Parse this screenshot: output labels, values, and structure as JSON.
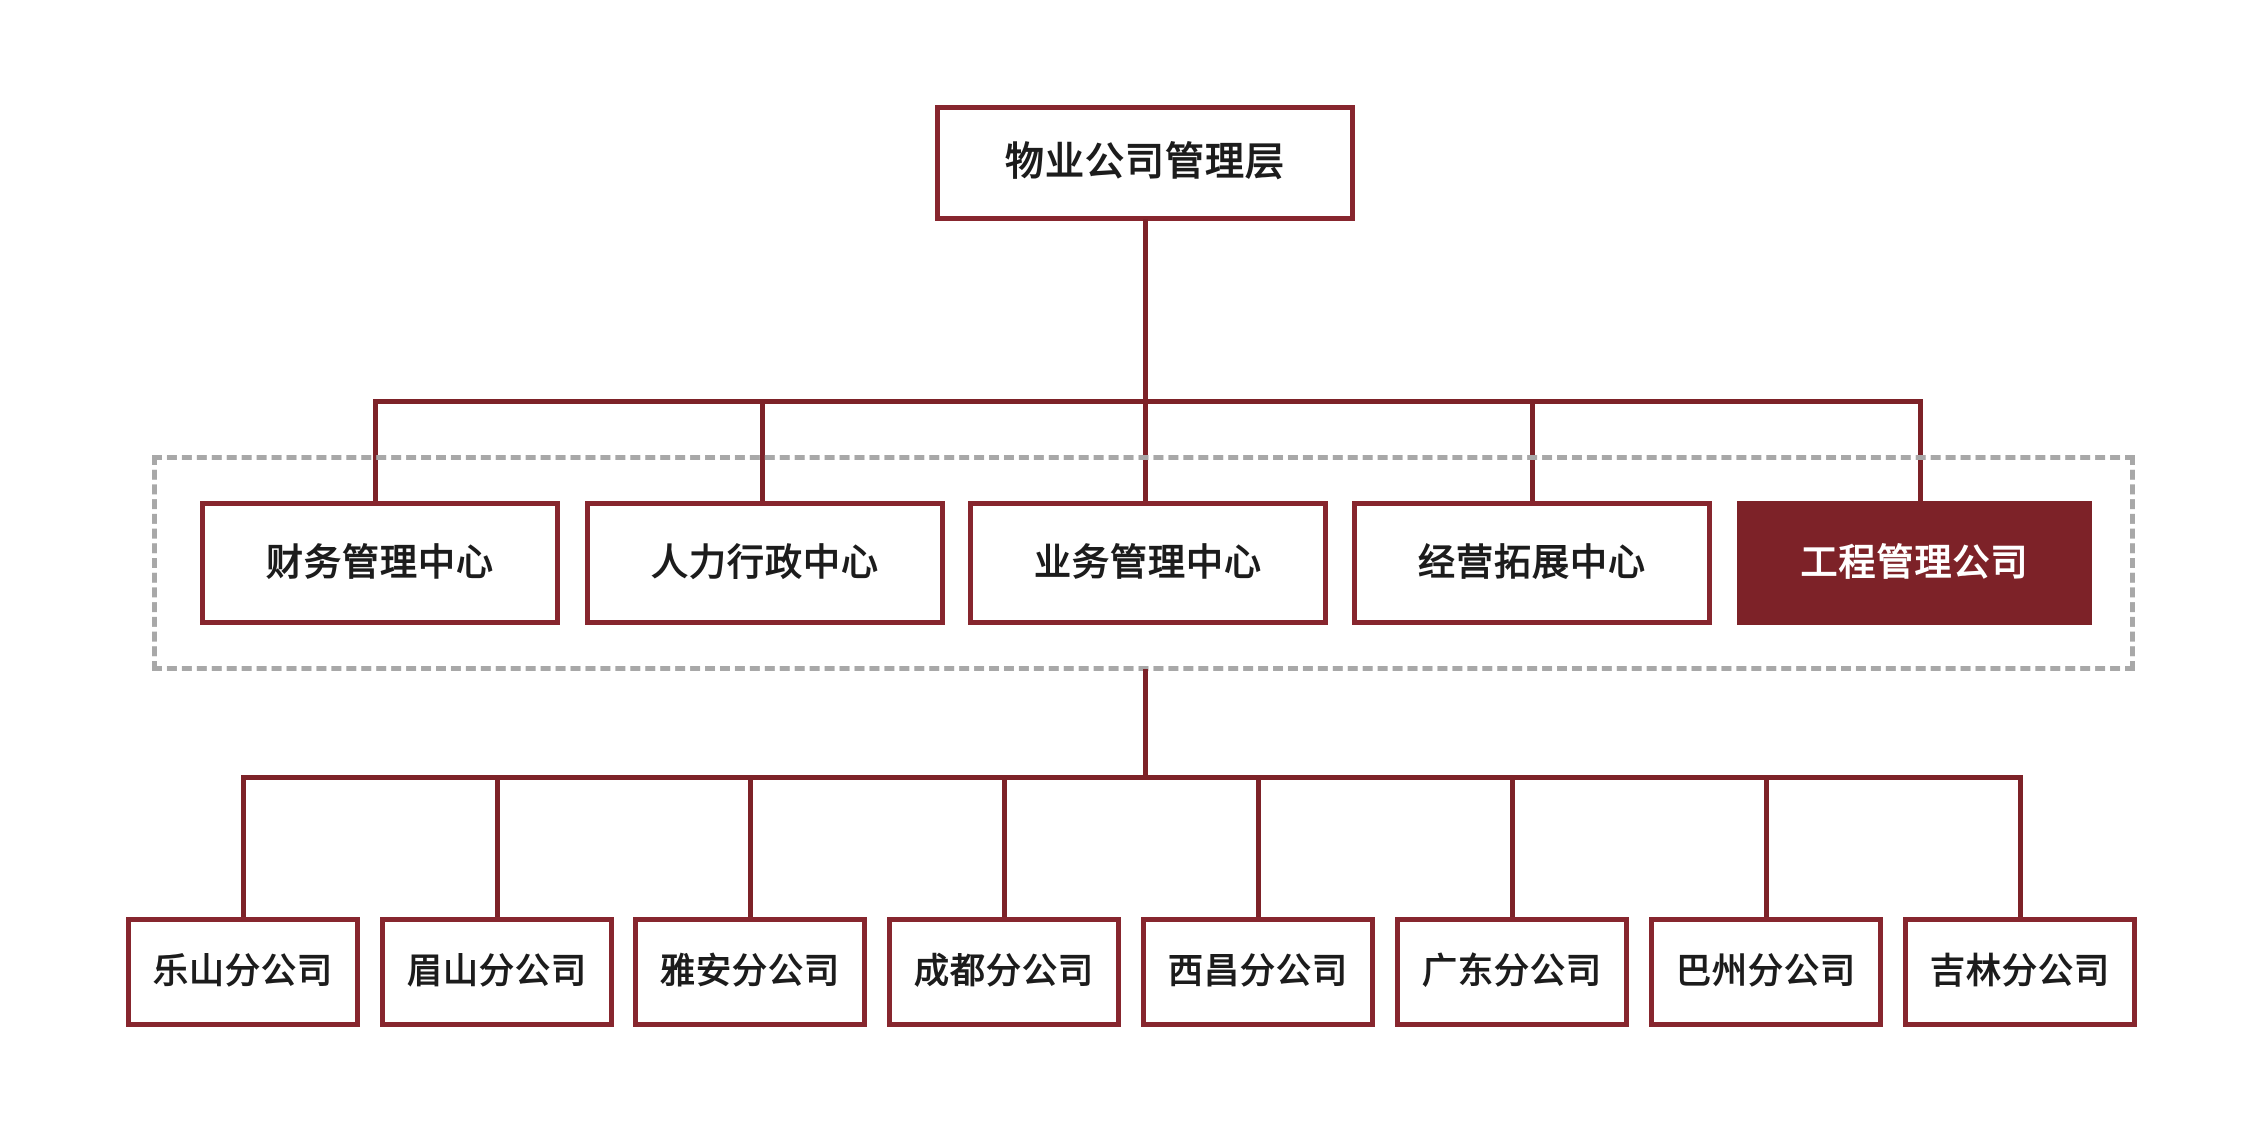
{
  "chart": {
    "type": "org-chart",
    "title": "",
    "theme": {
      "line_color": "#7d2228",
      "box_border_color": "#87262e",
      "box_fill_color": "#ffffff",
      "highlight_fill_color": "#7d2228",
      "highlight_text_color": "#ffffff",
      "text_color": "#1c1c1c",
      "group_border_color": "#a8a8a8",
      "background_color": "#ffffff"
    },
    "root": {
      "label": "物业公司管理层"
    },
    "group": {
      "style": "dashed",
      "label": ""
    },
    "divisions": [
      {
        "label": "财务管理中心",
        "highlighted": false
      },
      {
        "label": "人力行政中心",
        "highlighted": false
      },
      {
        "label": "业务管理中心",
        "highlighted": false
      },
      {
        "label": "经营拓展中心",
        "highlighted": false
      },
      {
        "label": "工程管理公司",
        "highlighted": true
      }
    ],
    "branches": [
      {
        "label": "乐山分公司"
      },
      {
        "label": "眉山分公司"
      },
      {
        "label": "雅安分公司"
      },
      {
        "label": "成都分公司"
      },
      {
        "label": "西昌分公司"
      },
      {
        "label": "广东分公司"
      },
      {
        "label": "巴州分公司"
      },
      {
        "label": "吉林分公司"
      }
    ]
  }
}
